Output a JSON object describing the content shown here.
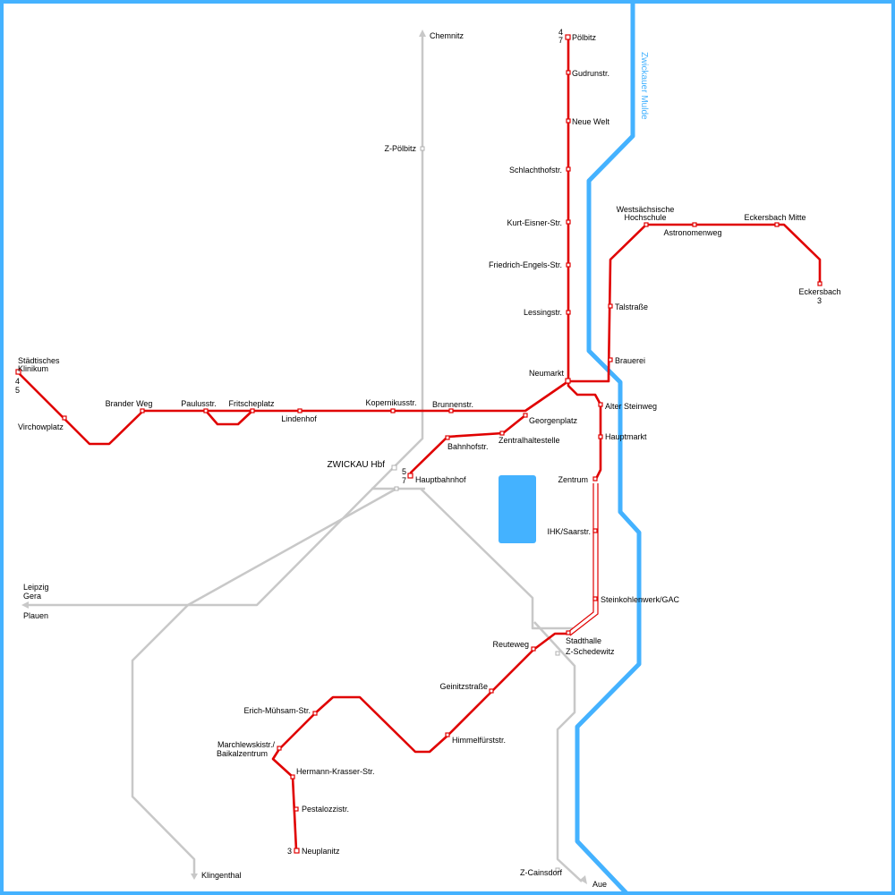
{
  "colors": {
    "tram": "#e00000",
    "rail": "#c8c8c8",
    "river": "#44b2ff",
    "frame": "#44b2ff",
    "background": "#ffffff"
  },
  "river": {
    "name": "Zwickauer Mulde"
  },
  "stations": {
    "poelbitz": "Pölbitz",
    "gudrunstr": "Gudrunstr.",
    "neue_welt": "Neue Welt",
    "schlachthofstr": "Schlachthofstr.",
    "kurt_eisner": "Kurt-Eisner-Str.",
    "friedrich_engels": "Friedrich-Engels-Str.",
    "lessingstr": "Lessingstr.",
    "neumarkt": "Neumarkt",
    "westsaechsische_1": "Westsächsische",
    "westsaechsische_2": "Hochschule",
    "astronomenweg": "Astronomenweg",
    "eckersbach_mitte": "Eckersbach Mitte",
    "eckersbach": "Eckersbach",
    "talstrasse": "Talstraße",
    "brauerei": "Brauerei",
    "klinikum_1": "Städtisches",
    "klinikum_2": "Klinikum",
    "virchowplatz": "Virchowplatz",
    "brander_weg": "Brander Weg",
    "paulusstr": "Paulusstr.",
    "fritscheplatz": "Fritscheplatz",
    "lindenhof": "Lindenhof",
    "kopernikusstr": "Kopernikusstr.",
    "brunnenstr": "Brunnenstr.",
    "georgenplatz": "Georgenplatz",
    "zentralhaltestelle": "Zentralhaltestelle",
    "bahnhofstr": "Bahnhofstr.",
    "hauptbahnhof": "Hauptbahnhof",
    "zwickau_hbf": "ZWICKAU Hbf",
    "alter_steinweg": "Alter Steinweg",
    "hauptmarkt": "Hauptmarkt",
    "zentrum": "Zentrum",
    "ihk": "IHK/Saarstr.",
    "steinkohlenwerk": "Steinkohlenwerk/GAC",
    "stadthalle": "Stadthalle",
    "z_schedewitz": "Z-Schedewitz",
    "reuteweg": "Reuteweg",
    "geinitzstrasse": "Geinitzstraße",
    "himmelfuerststr": "Himmelfürststr.",
    "erich_muehsam": "Erich-Mühsam-Str.",
    "marchlewski_1": "Marchlewskistr./",
    "marchlewski_2": "Baikalzentrum",
    "hermann_krasser": "Hermann-Krasser-Str.",
    "pestalozzistr": "Pestalozzistr.",
    "neuplanitz": "Neuplanitz",
    "z_poelbitz": "Z-Pölbitz",
    "z_cainsdorf": "Z-Cainsdorf"
  },
  "destinations": {
    "chemnitz": "Chemnitz",
    "leipzig": "Leipzig",
    "gera": "Gera",
    "plauen": "Plauen",
    "klingenthal": "Klingenthal",
    "aue": "Aue"
  },
  "line_numbers": {
    "poelbitz_a": "4",
    "poelbitz_b": "7",
    "klinikum_a": "4",
    "klinikum_b": "5",
    "hbf_a": "5",
    "hbf_b": "7",
    "eckersbach": "3",
    "neuplanitz": "3"
  }
}
